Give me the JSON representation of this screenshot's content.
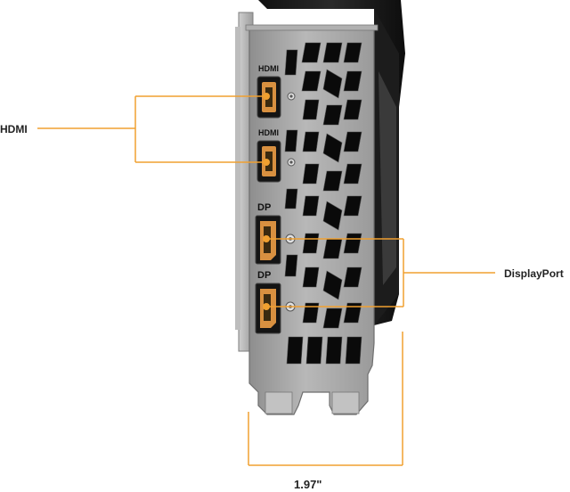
{
  "labels": {
    "hdmi": "HDMI",
    "displayport": "DisplayPort",
    "width": "1.97\""
  },
  "port_markings": {
    "hdmi_top": "HDMI",
    "hdmi_bottom": "HDMI",
    "dp_top": "DP",
    "dp_bottom": "DP"
  },
  "colors": {
    "callout_line": "#f0a030",
    "port_connector": "#e8a030",
    "bracket_metal": "#a9a9a9",
    "card_shroud": "#1a1a1a"
  }
}
